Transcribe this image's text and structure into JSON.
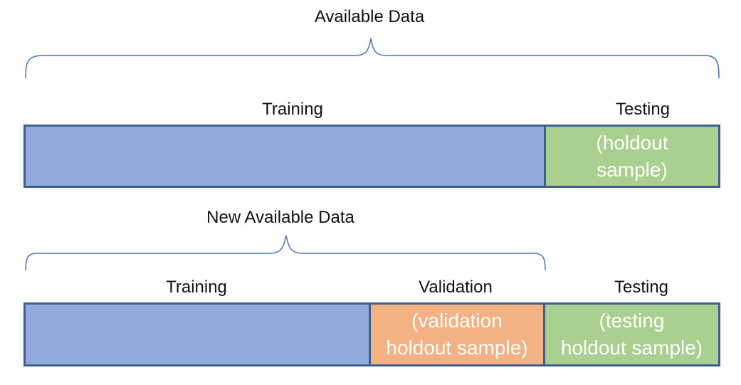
{
  "diagram": {
    "top": {
      "title": "Available Data",
      "training_label": "Training",
      "testing_label": "Testing",
      "testing_text_line1": "(holdout",
      "testing_text_line2": "sample)"
    },
    "bottom": {
      "title": "New Available Data",
      "training_label": "Training",
      "validation_label": "Validation",
      "validation_text_line1": "(validation",
      "validation_text_line2": "holdout sample)",
      "testing_label": "Testing",
      "testing_text_line1": "(testing",
      "testing_text_line2": "holdout sample)"
    },
    "colors": {
      "training": "#90aadb",
      "testing": "#a9d08e",
      "validation": "#f4b183",
      "outline": "#3f5f8e",
      "brace": "#4a72b8"
    }
  }
}
